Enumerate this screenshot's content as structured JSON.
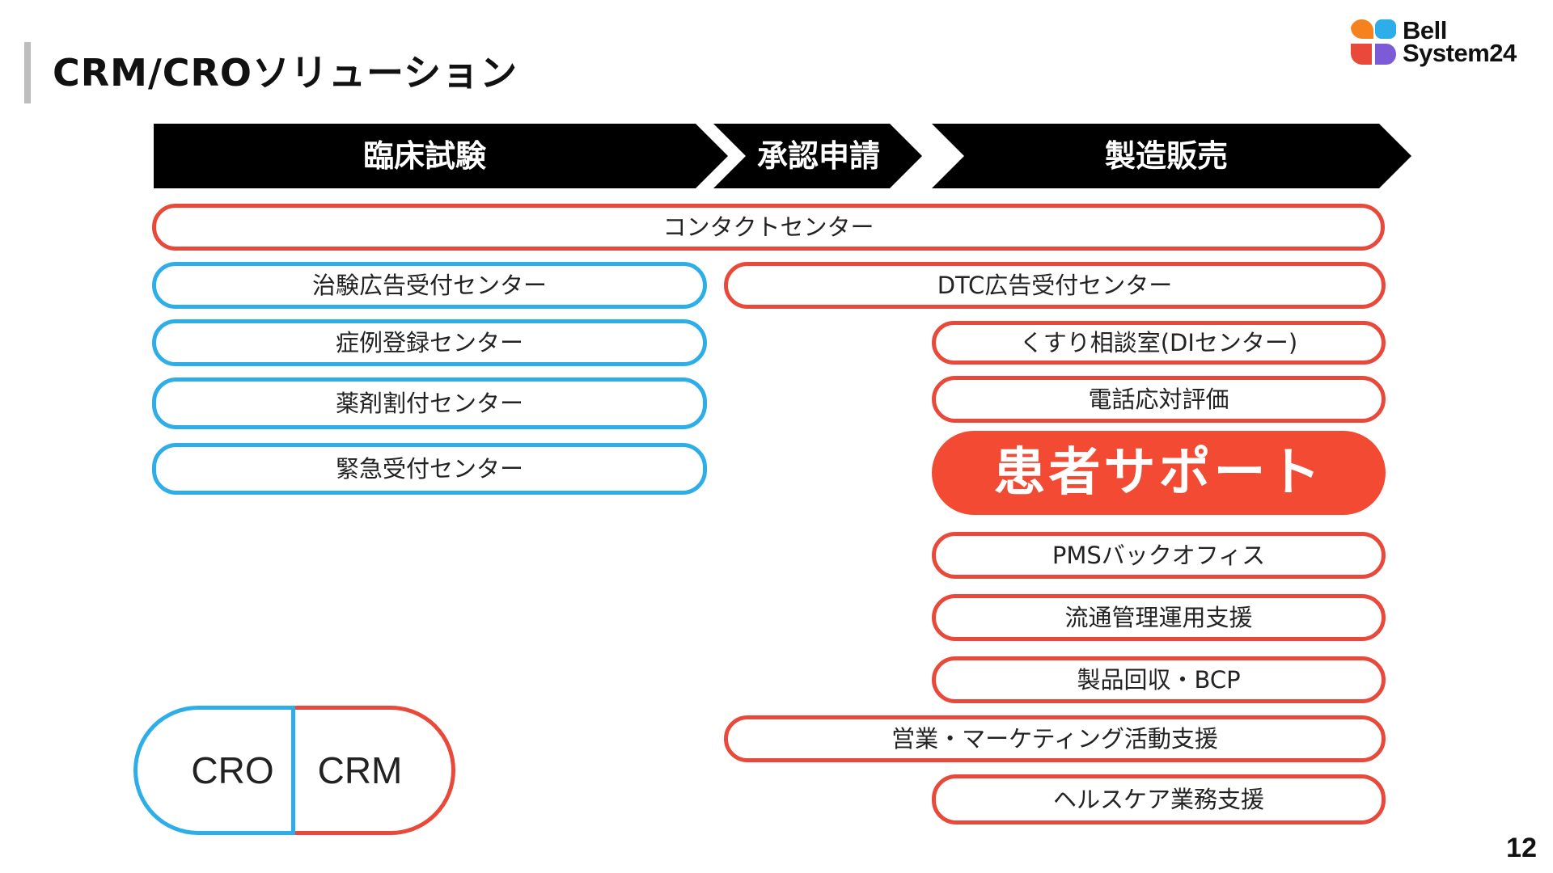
{
  "title": "CRM/CROソリューション",
  "logo": {
    "line1": "Bell",
    "line2": "System24"
  },
  "stages": [
    "臨床試験",
    "承認申請",
    "製造販売"
  ],
  "services": {
    "contact_center": "コンタクトセンター",
    "clinical": [
      "治験広告受付センター",
      "症例登録センター",
      "薬剤割付センター",
      "緊急受付センター"
    ],
    "dtc": "DTC広告受付センター",
    "kusuri": "くすり相談室(DIセンター)",
    "phone_eval": "電話応対評価",
    "patient_support": "患者サポート",
    "pms": "PMSバックオフィス",
    "distribution": "流通管理運用支援",
    "recall": "製品回収・BCP",
    "sales_marketing": "営業・マーケティング活動支援",
    "healthcare": "ヘルスケア業務支援"
  },
  "legend": {
    "cro": "CRO",
    "crm": "CRM"
  },
  "colors": {
    "cro": "#2eaee8",
    "crm": "#e8493a",
    "highlight": "#f24a33",
    "banner": "#000000"
  },
  "page_number": "12"
}
